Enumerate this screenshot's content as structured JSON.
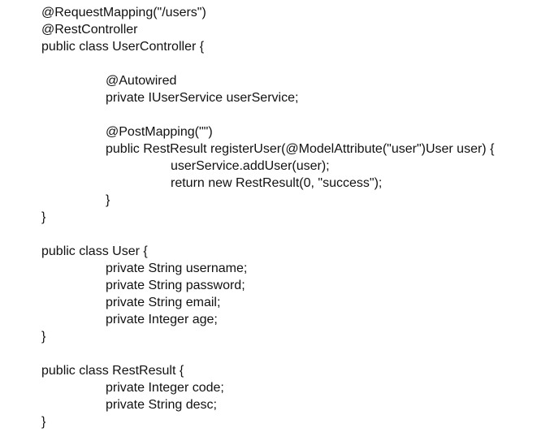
{
  "document": {
    "lines": [
      "@RequestMapping(\"/users\")",
      "@RestController",
      "public class UserController {",
      "",
      "@Autowired",
      "private IUserService userService;",
      "",
      "@PostMapping(\"\")",
      "public RestResult registerUser(@ModelAttribute(\"user\")User user) {",
      "userService.addUser(user);",
      "return new RestResult(0, \"success\");",
      "}",
      "}",
      "",
      "public class User {",
      "private String username;",
      "private String password;",
      "private String email;",
      "private Integer age;",
      "}",
      "",
      "public class RestResult {",
      "private Integer code;",
      "private String desc;",
      "}"
    ]
  }
}
